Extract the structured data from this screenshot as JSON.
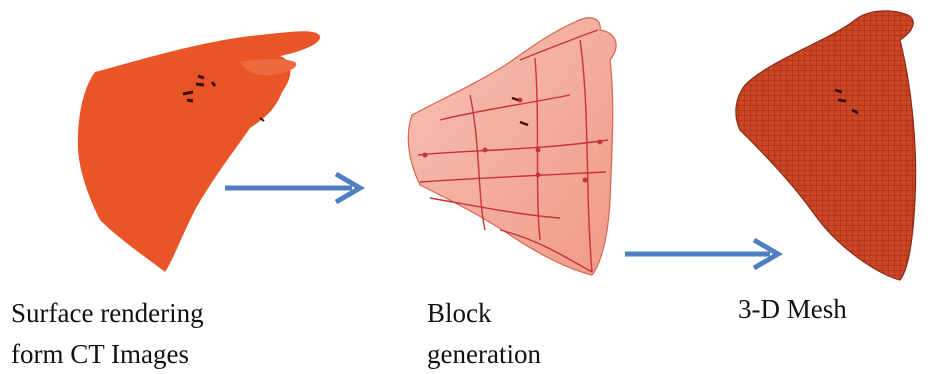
{
  "steps": [
    {
      "id": "surface",
      "caption_lines": [
        "Surface rendering",
        "form CT Images"
      ]
    },
    {
      "id": "block",
      "caption_lines": [
        "Block",
        "generation"
      ]
    },
    {
      "id": "mesh",
      "caption_lines": [
        "3-D Mesh"
      ]
    }
  ],
  "colors": {
    "surface_fill": "#ea5528",
    "block_fill": "#f5b0a2",
    "block_lines": "#c7333b",
    "mesh_fill": "#c94223",
    "mesh_lines": "#7a1f0e",
    "arrow": "#4f7fc1"
  },
  "icons": [
    "arrow-right-icon",
    "arrow-right-icon"
  ]
}
